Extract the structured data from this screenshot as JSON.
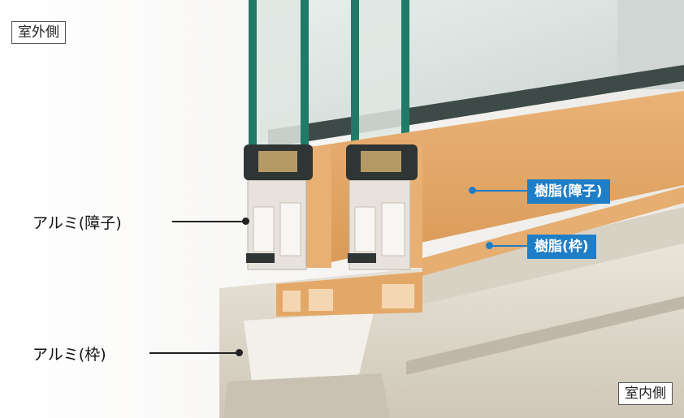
{
  "tags": {
    "outdoor": "室外側",
    "indoor": "室内側"
  },
  "callouts": {
    "resin_sash": "樹脂(障子)",
    "resin_frame": "樹脂(枠)",
    "alu_sash": "アルミ(障子)",
    "alu_frame": "アルミ(枠)"
  },
  "colors": {
    "callout_blue": "#1e7ec8",
    "resin_wood": "#e3a868",
    "aluminum_beige": "#dcd6c8",
    "glass_edge": "#1f7a67"
  }
}
